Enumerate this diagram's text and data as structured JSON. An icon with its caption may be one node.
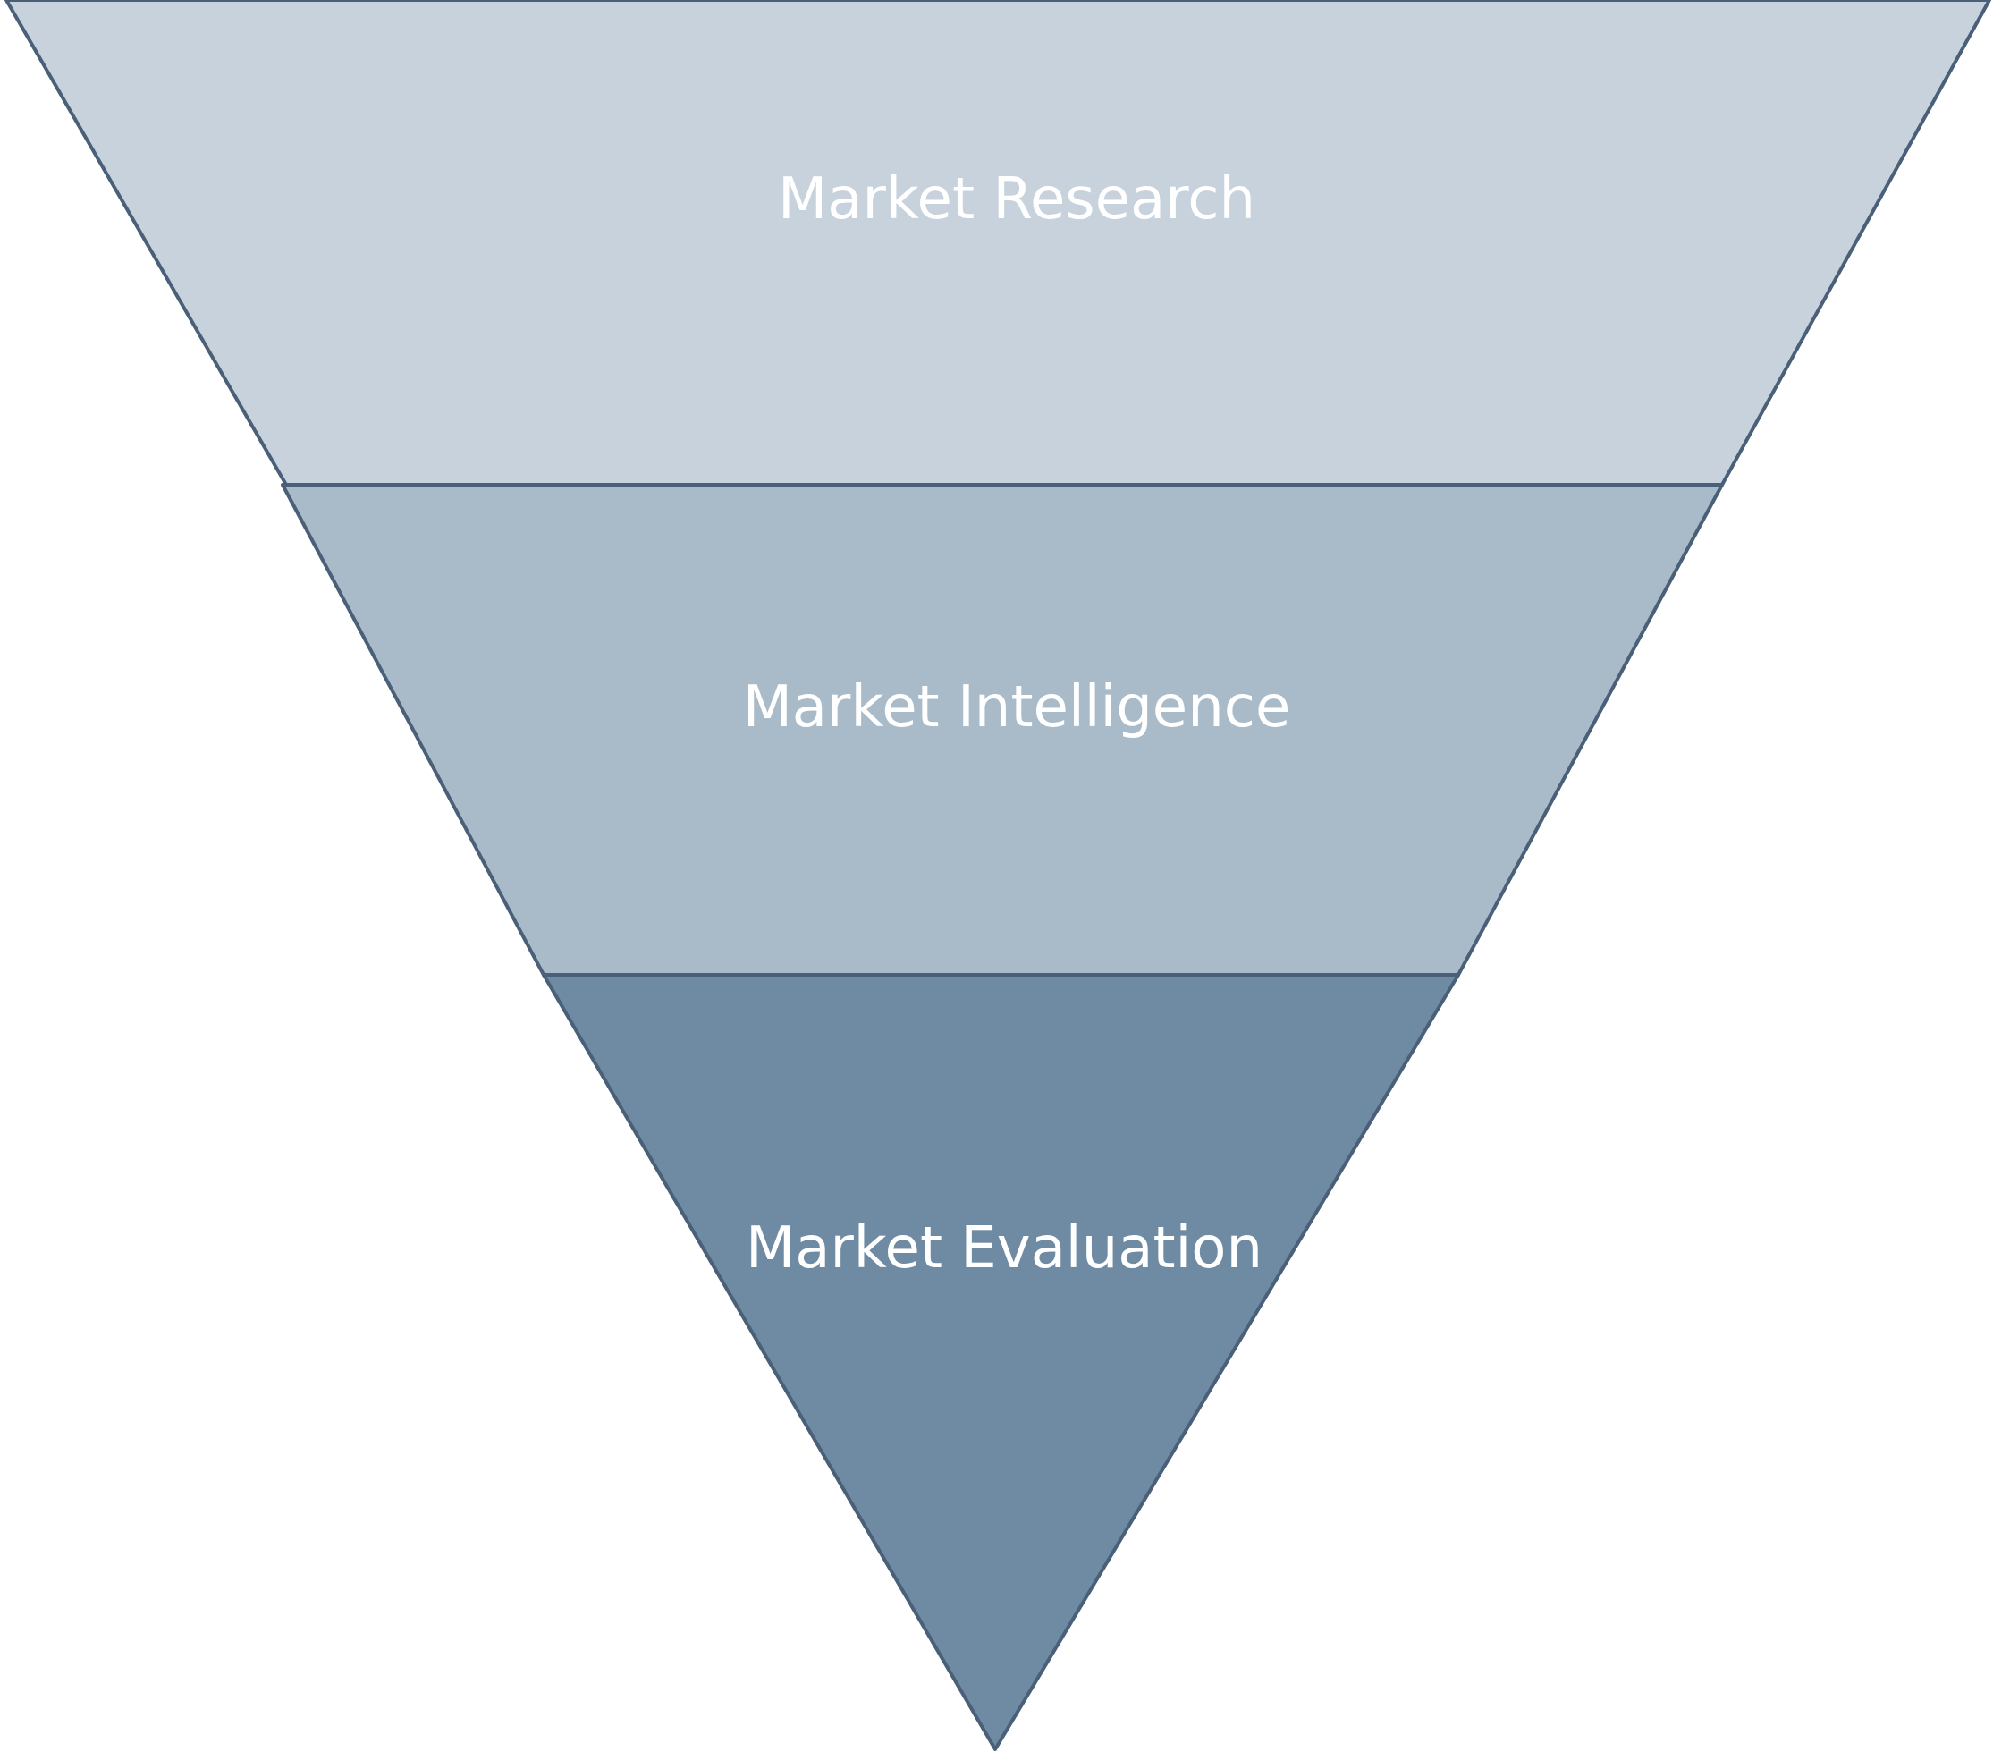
{
  "diagram": {
    "nodes": [
      {
        "text": [
          "Market Research"
        ]
      },
      {
        "text": [
          "Market Intelligence"
        ]
      },
      {
        "text": [
          "Market Evaluation"
        ]
      }
    ]
  }
}
